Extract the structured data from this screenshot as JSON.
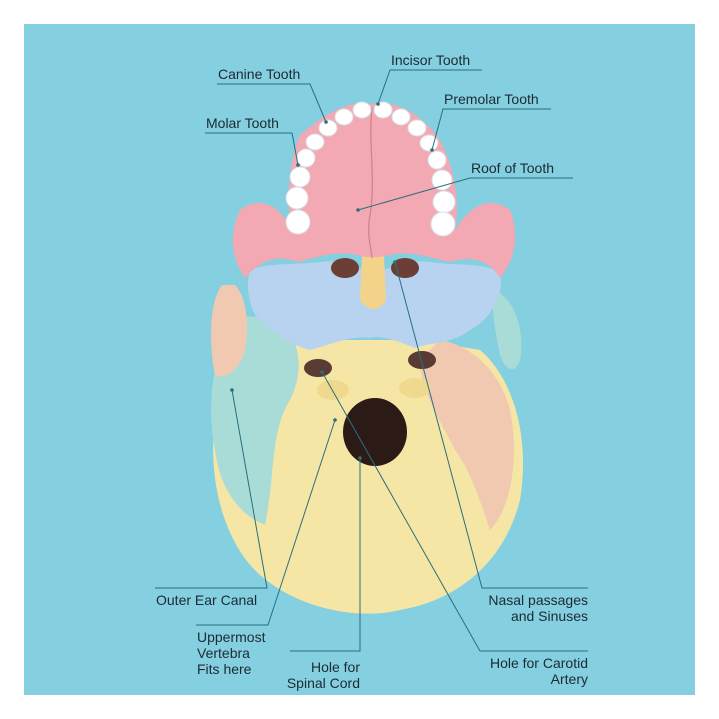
{
  "labels": {
    "incisor": "Incisor Tooth",
    "canine": "Canine Tooth",
    "premolar": "Premolar Tooth",
    "molar": "Molar Tooth",
    "roof": "Roof of Tooth",
    "outer_ear": "Outer Ear Canal",
    "nasal_line1": "Nasal passages",
    "nasal_line2": "and Sinuses",
    "vertebra_line1": "Uppermost",
    "vertebra_line2": "Vertebra",
    "vertebra_line3": "Fits here",
    "spinal_line1": "Hole for",
    "spinal_line2": "Spinal Cord",
    "carotid_line1": "Hole for Carotid",
    "carotid_line2": "Artery"
  },
  "colors": {
    "background": "#84cfe0",
    "maxilla_pink": "#f2a9b3",
    "sphenoid_blue": "#b7d3ef",
    "vomer_yellow": "#f3d38a",
    "occipital_yellow": "#f6e6a6",
    "temporal_teal": "#a9dcd6",
    "temporal_peach": "#f1c9b1",
    "teeth": "#ffffff",
    "leader_line": "#2a6f7e"
  }
}
